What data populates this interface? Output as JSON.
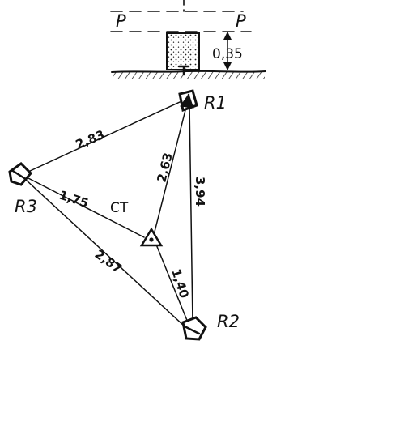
{
  "labels": {
    "p_left": "P",
    "p_right": "P",
    "offset": "0,35",
    "r1": "R1",
    "r2": "R2",
    "r3": "R3",
    "ct": "CT"
  },
  "distances": {
    "r1_r3": "2,83",
    "r1_ct": "2,63",
    "r1_r2": "3,94",
    "r3_ct": "1,75",
    "r3_r2": "2,87",
    "ct_r2": "1,40"
  },
  "icons": [
    "benchmark-icon",
    "reference-point-icon",
    "control-point-triangle-icon"
  ]
}
